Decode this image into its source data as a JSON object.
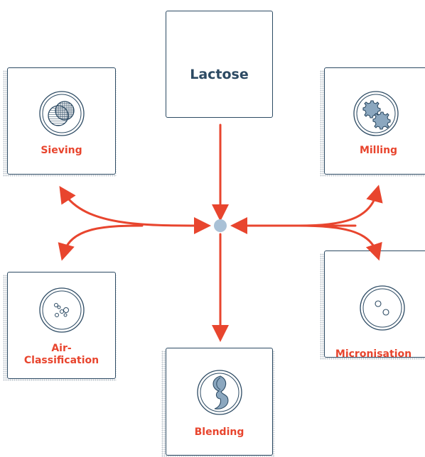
{
  "diagram": {
    "center": {
      "label": "Lactose"
    },
    "processes": [
      {
        "key": "sieving",
        "label": "Sieving",
        "icon": "sieving-icon"
      },
      {
        "key": "milling",
        "label": "Milling",
        "icon": "gears-icon"
      },
      {
        "key": "air_classification",
        "label": "Air-Classification",
        "icon": "particles-icon"
      },
      {
        "key": "micronisation",
        "label": "Micronisation",
        "icon": "micronised-particles-icon"
      },
      {
        "key": "blending",
        "label": "Blending",
        "icon": "blending-icon"
      }
    ],
    "air_classification_lines": [
      "Air-",
      "Classification"
    ]
  },
  "colors": {
    "arrow": "#e8452e",
    "label": "#e8452e",
    "outline": "#2c4a63",
    "hub": "#a9c1d6",
    "icon_fill": "#8ba7bf"
  }
}
